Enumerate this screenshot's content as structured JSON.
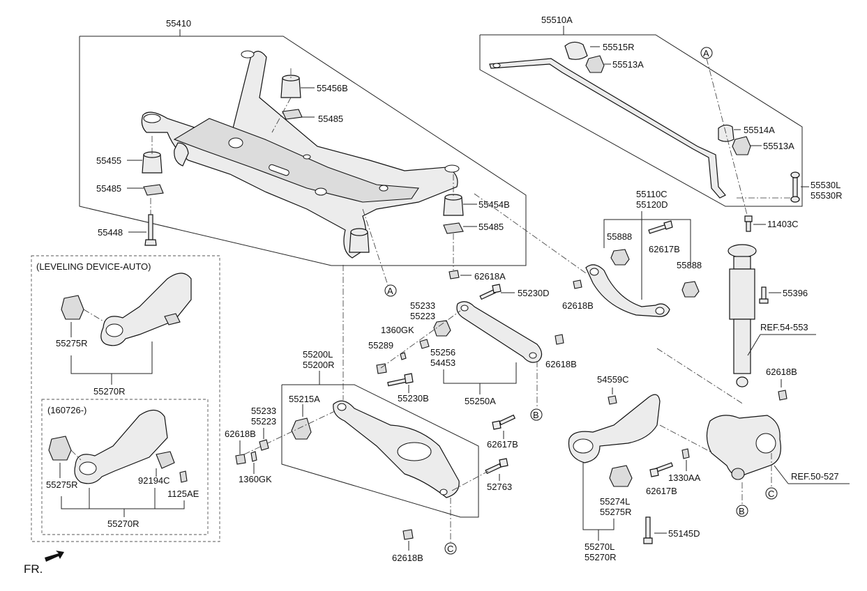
{
  "labels": {
    "l55410": "55410",
    "l55456B": "55456B",
    "l55485a": "55485",
    "l55455": "55455",
    "l55485b": "55485",
    "l55454B": "55454B",
    "l55485c": "55485",
    "l55448": "55448",
    "l55510A": "55510A",
    "l55515R": "55515R",
    "l55513Aa": "55513A",
    "l55514A": "55514A",
    "l55513Ab": "55513A",
    "l55530L": "55530L",
    "l55530R": "55530R",
    "l11403C": "11403C",
    "l55110C": "55110C",
    "l55120D": "55120D",
    "l55888a": "55888",
    "l62617Ba": "62617B",
    "l55888b": "55888",
    "l62618Ba": "62618B",
    "l55396": "55396",
    "lRef553": "REF.54-553",
    "l62618A": "62618A",
    "l55230D": "55230D",
    "l55233a": "55233",
    "l55223a": "55223",
    "l1360GKa": "1360GK",
    "l55289": "55289",
    "l55256": "55256",
    "l54453": "54453",
    "l62618Bb": "62618B",
    "l55250A": "55250A",
    "l55230B": "55230B",
    "l55200L": "55200L",
    "l55200R": "55200R",
    "l55215A": "55215A",
    "l55233b": "55233",
    "l55223b": "55223",
    "l62618Bc": "62618B",
    "l1360GKb": "1360GK",
    "l62617Bb": "62617B",
    "l52763": "52763",
    "l62618Bd": "62618B",
    "l54559C": "54559C",
    "l62618Be": "62618B",
    "l1330AA": "1330AA",
    "l62617Bc": "62617B",
    "lRef527": "REF.50-527",
    "l55274L": "55274L",
    "l55275Rc": "55275R",
    "l55145D": "55145D",
    "l55270L": "55270L",
    "l55270Rc": "55270R",
    "lLeveling": "(LEVELING DEVICE-AUTO)",
    "l55275Ra": "55275R",
    "l55270Ra": "55270R",
    "l160726": "(160726-)",
    "l55275Rb": "55275R",
    "l92194C": "92194C",
    "l1125AE": "1125AE",
    "l55270Rb": "55270R",
    "fr": "FR."
  },
  "callouts": {
    "a1": "A",
    "a2": "A",
    "b1": "B",
    "b2": "B",
    "c1": "C",
    "c2": "C"
  }
}
